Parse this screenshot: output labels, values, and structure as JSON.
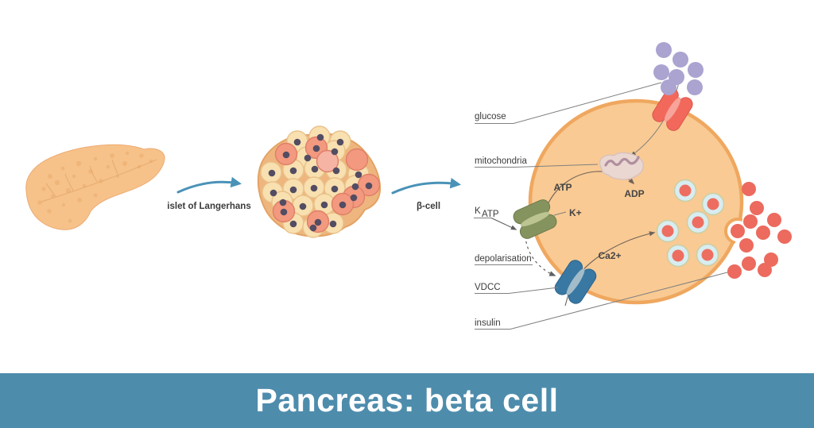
{
  "title": {
    "text": "Pancreas: beta cell"
  },
  "flow_labels": {
    "islet": "islet of Langerhans",
    "beta_cell": "β-cell"
  },
  "cell_labels": {
    "glucose": "glucose",
    "mitochondria": "mitochondria",
    "katp_base": "K",
    "katp_sub": "ATP",
    "depolarisation": "depolarisation",
    "vdcc": "VDCC",
    "insulin": "insulin"
  },
  "molecule_labels": {
    "atp": "ATP",
    "adp": "ADP",
    "k_plus": "K+",
    "ca2_plus": "Ca2+"
  },
  "colors": {
    "title_bar_bg": "#4e8cac",
    "title_text": "#ffffff",
    "cell_fill": "#f9ca93",
    "cell_border": "#efa75f",
    "glucose_dot": "#aba3d0",
    "insulin_dot": "#ec6a5e",
    "glut_channel": "#f2695c",
    "katp_channel": "#85935f",
    "vdcc_channel": "#3878a3",
    "flow_arrow": "#4a92b8",
    "pancreas_fill": "#f6c28a",
    "islet_border_fill": "#eeb67e",
    "islet_cell_fill": "#f8e0b0",
    "islet_salmon_cell": "#f2997f",
    "nucleus": "#534d63",
    "granule_ring": "#d8edf1",
    "granule_core": "#ed6e60",
    "mitochondria_fill": "#ead7d2",
    "label_text": "#3b3b3b"
  }
}
